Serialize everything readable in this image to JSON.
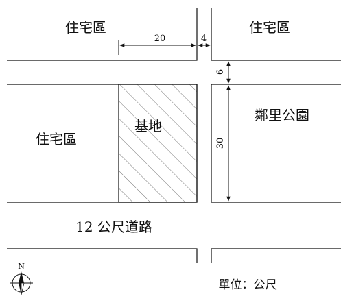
{
  "labels": {
    "residential_top_left": "住宅區",
    "residential_top_right": "住宅區",
    "residential_left": "住宅區",
    "site": "基地",
    "park": "鄰里公園",
    "road": "12 公尺道路",
    "unit": "單位：公尺",
    "north": "N"
  },
  "dimensions": {
    "site_width": "20",
    "setback_right": "4",
    "setback_top": "6",
    "site_depth": "30"
  },
  "colors": {
    "line": "#111111",
    "hatch": "#777777"
  },
  "icons": {
    "compass": "north-arrow-icon"
  }
}
